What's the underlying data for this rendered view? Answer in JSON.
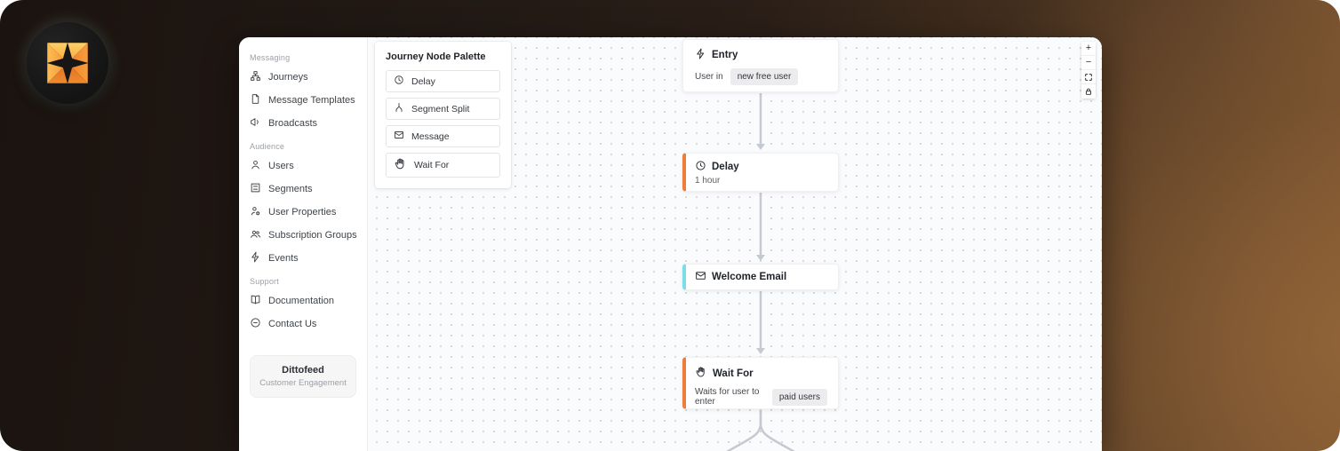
{
  "brand_logo": {
    "name": "Dittofeed logo"
  },
  "sidebar": {
    "sections": [
      {
        "label": "Messaging",
        "items": [
          {
            "label": "Journeys",
            "icon": "journeys-icon"
          },
          {
            "label": "Message Templates",
            "icon": "message-templates-icon"
          },
          {
            "label": "Broadcasts",
            "icon": "broadcasts-icon"
          }
        ]
      },
      {
        "label": "Audience",
        "items": [
          {
            "label": "Users",
            "icon": "user-icon"
          },
          {
            "label": "Segments",
            "icon": "segments-icon"
          },
          {
            "label": "User Properties",
            "icon": "user-properties-icon"
          },
          {
            "label": "Subscription Groups",
            "icon": "subscription-groups-icon"
          },
          {
            "label": "Events",
            "icon": "events-icon"
          }
        ]
      },
      {
        "label": "Support",
        "items": [
          {
            "label": "Documentation",
            "icon": "documentation-icon"
          },
          {
            "label": "Contact Us",
            "icon": "contact-icon"
          }
        ]
      }
    ],
    "brand": {
      "name": "Dittofeed",
      "tagline": "Customer Engagement"
    }
  },
  "palette": {
    "title": "Journey Node Palette",
    "items": [
      {
        "label": "Delay",
        "icon": "clock-icon"
      },
      {
        "label": "Segment Split",
        "icon": "split-icon"
      },
      {
        "label": "Message",
        "icon": "mail-icon"
      },
      {
        "label": "Wait For",
        "icon": "hand-icon"
      }
    ]
  },
  "flow": {
    "nodes": [
      {
        "type": "entry",
        "title": "Entry",
        "body_prefix": "User in",
        "badge": "new free user"
      },
      {
        "type": "delay",
        "title": "Delay",
        "subtitle": "1 hour",
        "accent": "#ee7d3b"
      },
      {
        "type": "message",
        "title": "Welcome Email",
        "accent": "#7edce8"
      },
      {
        "type": "wait",
        "title": "Wait For",
        "body_prefix": "Waits for user to enter",
        "badge": "paid users",
        "accent": "#ee7d3b"
      }
    ]
  },
  "flow_controls": {
    "zoom_in": "+",
    "zoom_out": "−"
  },
  "colors": {
    "accent_orange": "#ee7d3b",
    "accent_cyan": "#7edce8",
    "edge": "#c7c9d2",
    "canvas_bg": "#fafbfc",
    "background_brown": "#845a33",
    "background_dark": "#1b130f"
  }
}
